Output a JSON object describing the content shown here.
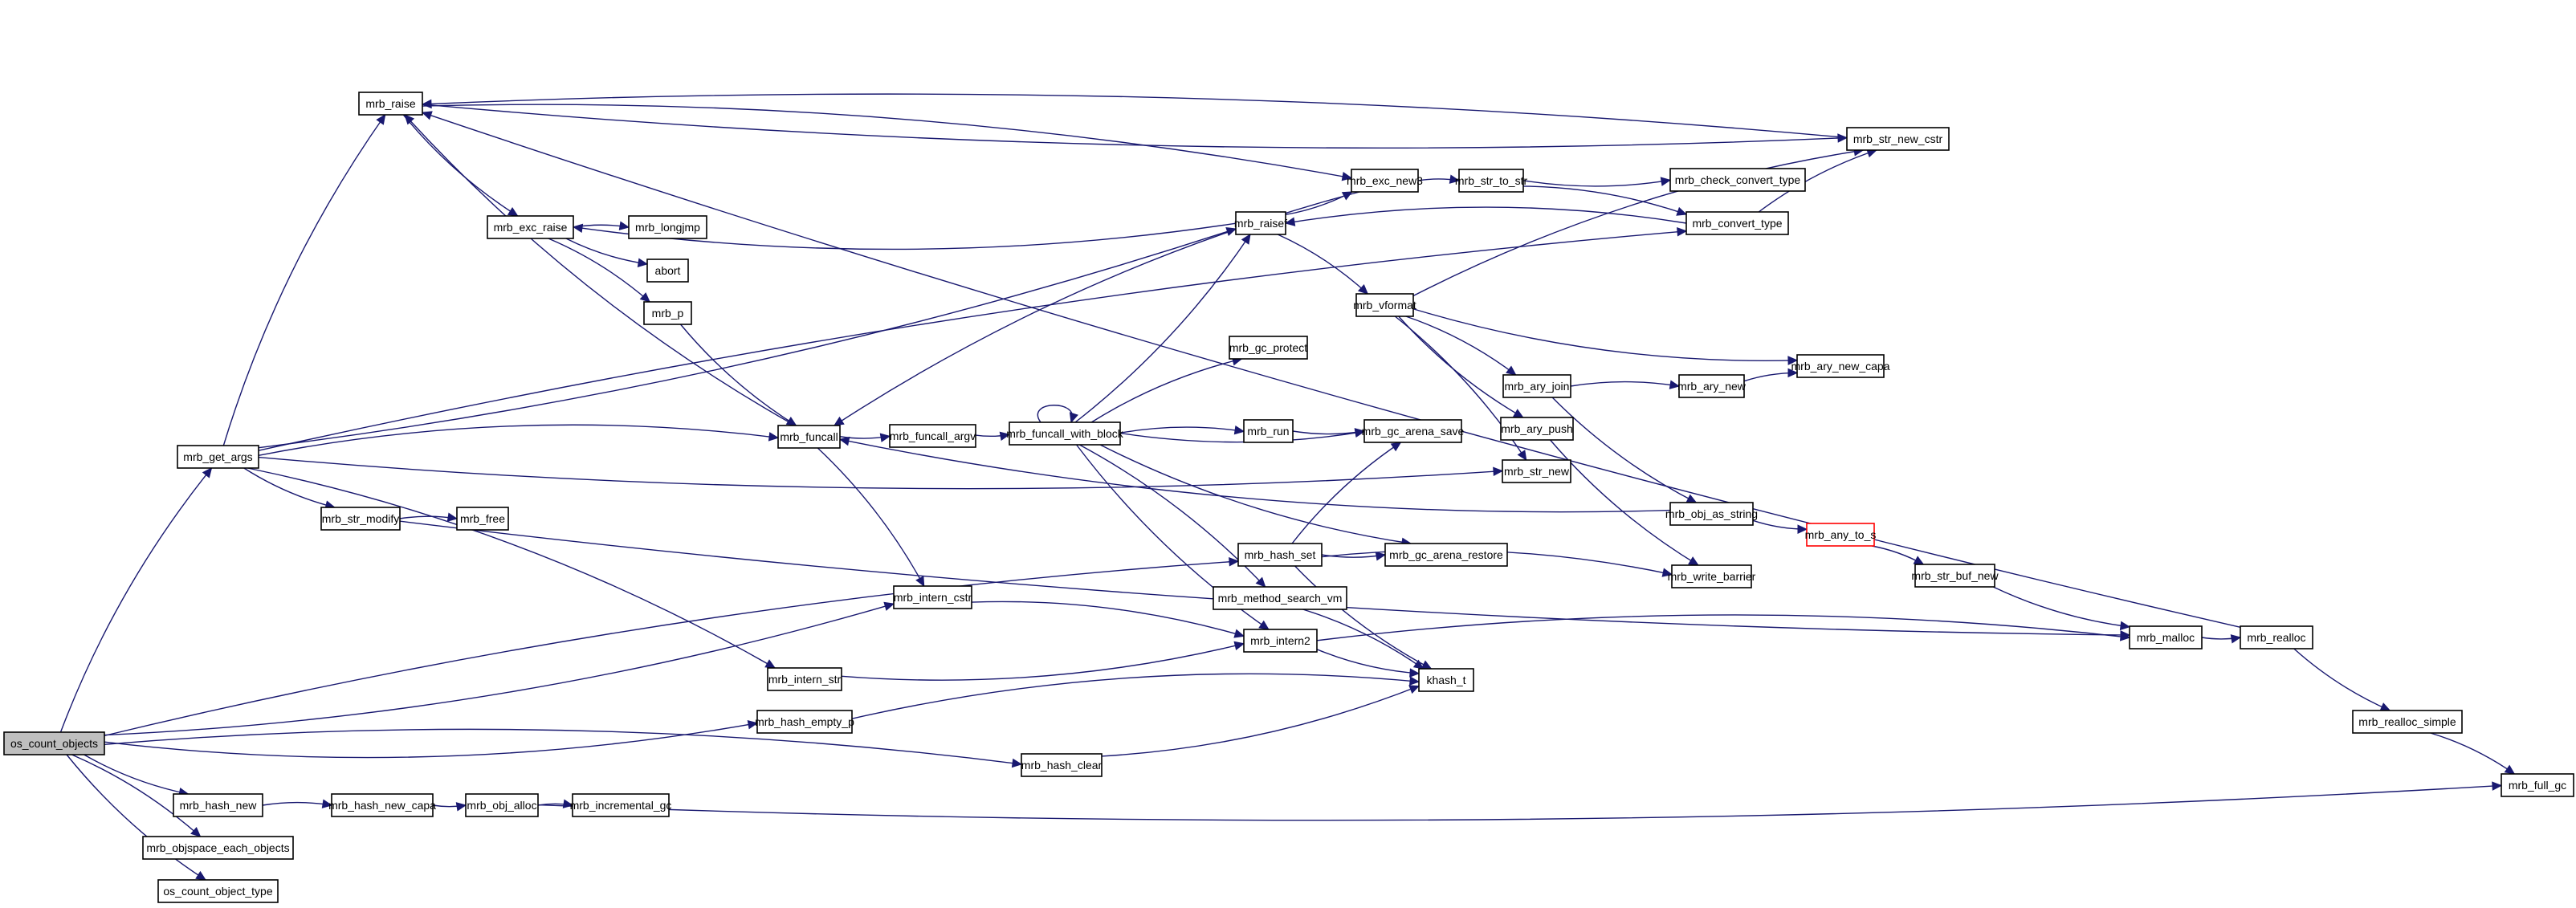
{
  "graph": {
    "title": "os_count_objects call graph",
    "root": "os_count_objects",
    "colors": {
      "edge": "#191970",
      "node_border": "#000000",
      "root_fill": "#bfbfbf",
      "highlight_border": "#ff0000"
    },
    "nodes": [
      {
        "id": "os_count_objects",
        "label": "os_count_objects",
        "type": "root"
      },
      {
        "id": "mrb_get_args",
        "label": "mrb_get_args"
      },
      {
        "id": "mrb_raise",
        "label": "mrb_raise"
      },
      {
        "id": "mrb_exc_raise",
        "label": "mrb_exc_raise"
      },
      {
        "id": "mrb_longjmp",
        "label": "mrb_longjmp"
      },
      {
        "id": "abort",
        "label": "abort"
      },
      {
        "id": "mrb_p",
        "label": "mrb_p"
      },
      {
        "id": "mrb_str_modify",
        "label": "mrb_str_modify"
      },
      {
        "id": "mrb_free",
        "label": "mrb_free"
      },
      {
        "id": "mrb_funcall",
        "label": "mrb_funcall"
      },
      {
        "id": "mrb_funcall_argv",
        "label": "mrb_funcall_argv"
      },
      {
        "id": "mrb_funcall_with_block",
        "label": "mrb_funcall_with_block"
      },
      {
        "id": "mrb_intern_cstr",
        "label": "mrb_intern_cstr"
      },
      {
        "id": "mrb_intern_str",
        "label": "mrb_intern_str"
      },
      {
        "id": "mrb_hash_empty_p",
        "label": "mrb_hash_empty_p"
      },
      {
        "id": "mrb_hash_clear",
        "label": "mrb_hash_clear"
      },
      {
        "id": "mrb_hash_new",
        "label": "mrb_hash_new"
      },
      {
        "id": "mrb_hash_new_capa",
        "label": "mrb_hash_new_capa"
      },
      {
        "id": "mrb_obj_alloc",
        "label": "mrb_obj_alloc"
      },
      {
        "id": "mrb_incremental_gc",
        "label": "mrb_incremental_gc"
      },
      {
        "id": "mrb_objspace_each_objects",
        "label": "mrb_objspace_each_objects"
      },
      {
        "id": "os_count_object_type",
        "label": "os_count_object_type"
      },
      {
        "id": "mrb_raisef",
        "label": "mrb_raisef"
      },
      {
        "id": "mrb_exc_new3",
        "label": "mrb_exc_new3"
      },
      {
        "id": "mrb_str_to_str",
        "label": "mrb_str_to_str"
      },
      {
        "id": "mrb_check_convert_type",
        "label": "mrb_check_convert_type"
      },
      {
        "id": "mrb_convert_type",
        "label": "mrb_convert_type"
      },
      {
        "id": "mrb_str_new_cstr",
        "label": "mrb_str_new_cstr"
      },
      {
        "id": "mrb_vformat",
        "label": "mrb_vformat"
      },
      {
        "id": "mrb_gc_protect",
        "label": "mrb_gc_protect"
      },
      {
        "id": "mrb_run",
        "label": "mrb_run"
      },
      {
        "id": "mrb_gc_arena_save",
        "label": "mrb_gc_arena_save"
      },
      {
        "id": "mrb_ary_join",
        "label": "mrb_ary_join"
      },
      {
        "id": "mrb_ary_push",
        "label": "mrb_ary_push"
      },
      {
        "id": "mrb_str_new",
        "label": "mrb_str_new"
      },
      {
        "id": "mrb_ary_new",
        "label": "mrb_ary_new"
      },
      {
        "id": "mrb_ary_new_capa",
        "label": "mrb_ary_new_capa"
      },
      {
        "id": "mrb_obj_as_string",
        "label": "mrb_obj_as_string"
      },
      {
        "id": "mrb_any_to_s",
        "label": "mrb_any_to_s",
        "type": "highlight"
      },
      {
        "id": "mrb_str_buf_new",
        "label": "mrb_str_buf_new"
      },
      {
        "id": "mrb_write_barrier",
        "label": "mrb_write_barrier"
      },
      {
        "id": "mrb_hash_set",
        "label": "mrb_hash_set"
      },
      {
        "id": "mrb_gc_arena_restore",
        "label": "mrb_gc_arena_restore"
      },
      {
        "id": "mrb_method_search_vm",
        "label": "mrb_method_search_vm"
      },
      {
        "id": "mrb_intern2",
        "label": "mrb_intern2"
      },
      {
        "id": "khash_t",
        "label": "khash_t"
      },
      {
        "id": "mrb_malloc",
        "label": "mrb_malloc"
      },
      {
        "id": "mrb_realloc",
        "label": "mrb_realloc"
      },
      {
        "id": "mrb_realloc_simple",
        "label": "mrb_realloc_simple"
      },
      {
        "id": "mrb_full_gc",
        "label": "mrb_full_gc"
      }
    ],
    "edges": [
      [
        "os_count_objects",
        "mrb_get_args"
      ],
      [
        "os_count_objects",
        "mrb_intern_cstr"
      ],
      [
        "os_count_objects",
        "mrb_hash_set"
      ],
      [
        "os_count_objects",
        "mrb_hash_empty_p"
      ],
      [
        "os_count_objects",
        "mrb_hash_clear"
      ],
      [
        "os_count_objects",
        "mrb_hash_new"
      ],
      [
        "os_count_objects",
        "mrb_objspace_each_objects"
      ],
      [
        "os_count_objects",
        "os_count_object_type"
      ],
      [
        "mrb_get_args",
        "mrb_raise"
      ],
      [
        "mrb_get_args",
        "mrb_raisef"
      ],
      [
        "mrb_get_args",
        "mrb_convert_type"
      ],
      [
        "mrb_get_args",
        "mrb_str_new"
      ],
      [
        "mrb_get_args",
        "mrb_funcall"
      ],
      [
        "mrb_get_args",
        "mrb_str_modify"
      ],
      [
        "mrb_get_args",
        "mrb_intern_str"
      ],
      [
        "mrb_raise",
        "mrb_exc_raise"
      ],
      [
        "mrb_raise",
        "mrb_exc_new3"
      ],
      [
        "mrb_raise",
        "mrb_str_new_cstr"
      ],
      [
        "mrb_exc_raise",
        "mrb_longjmp"
      ],
      [
        "mrb_exc_raise",
        "abort"
      ],
      [
        "mrb_exc_raise",
        "mrb_p"
      ],
      [
        "mrb_p",
        "mrb_funcall"
      ],
      [
        "mrb_str_modify",
        "mrb_free"
      ],
      [
        "mrb_str_modify",
        "mrb_malloc"
      ],
      [
        "mrb_funcall",
        "mrb_raise"
      ],
      [
        "mrb_funcall",
        "mrb_funcall_argv"
      ],
      [
        "mrb_funcall",
        "mrb_intern_cstr"
      ],
      [
        "mrb_funcall_argv",
        "mrb_funcall_with_block"
      ],
      [
        "mrb_funcall_with_block",
        "mrb_funcall_with_block"
      ],
      [
        "mrb_funcall_with_block",
        "mrb_raisef"
      ],
      [
        "mrb_funcall_with_block",
        "mrb_gc_protect"
      ],
      [
        "mrb_funcall_with_block",
        "mrb_gc_arena_save"
      ],
      [
        "mrb_funcall_with_block",
        "mrb_run"
      ],
      [
        "mrb_funcall_with_block",
        "mrb_gc_arena_restore"
      ],
      [
        "mrb_funcall_with_block",
        "mrb_method_search_vm"
      ],
      [
        "mrb_funcall_with_block",
        "mrb_intern2"
      ],
      [
        "mrb_intern_cstr",
        "mrb_intern2"
      ],
      [
        "mrb_intern_str",
        "mrb_intern2"
      ],
      [
        "mrb_hash_empty_p",
        "khash_t"
      ],
      [
        "mrb_hash_clear",
        "khash_t"
      ],
      [
        "mrb_hash_new",
        "mrb_hash_new_capa"
      ],
      [
        "mrb_hash_new_capa",
        "mrb_obj_alloc"
      ],
      [
        "mrb_obj_alloc",
        "mrb_incremental_gc"
      ],
      [
        "mrb_obj_alloc",
        "mrb_full_gc"
      ],
      [
        "mrb_raisef",
        "mrb_exc_raise"
      ],
      [
        "mrb_raisef",
        "mrb_exc_new3"
      ],
      [
        "mrb_raisef",
        "mrb_vformat"
      ],
      [
        "mrb_exc_new3",
        "mrb_funcall"
      ],
      [
        "mrb_exc_new3",
        "mrb_str_to_str"
      ],
      [
        "mrb_str_to_str",
        "mrb_check_convert_type"
      ],
      [
        "mrb_str_to_str",
        "mrb_convert_type"
      ],
      [
        "mrb_convert_type",
        "mrb_raisef"
      ],
      [
        "mrb_convert_type",
        "mrb_str_new_cstr"
      ],
      [
        "mrb_str_new_cstr",
        "mrb_raise"
      ],
      [
        "mrb_vformat",
        "mrb_str_new_cstr"
      ],
      [
        "mrb_vformat",
        "mrb_ary_new_capa"
      ],
      [
        "mrb_vformat",
        "mrb_ary_join"
      ],
      [
        "mrb_vformat",
        "mrb_ary_push"
      ],
      [
        "mrb_vformat",
        "mrb_str_new"
      ],
      [
        "mrb_run",
        "mrb_gc_arena_save"
      ],
      [
        "mrb_ary_join",
        "mrb_ary_new"
      ],
      [
        "mrb_ary_join",
        "mrb_obj_as_string"
      ],
      [
        "mrb_ary_new",
        "mrb_ary_new_capa"
      ],
      [
        "mrb_ary_push",
        "mrb_write_barrier"
      ],
      [
        "mrb_obj_as_string",
        "mrb_funcall"
      ],
      [
        "mrb_obj_as_string",
        "mrb_any_to_s"
      ],
      [
        "mrb_any_to_s",
        "mrb_str_buf_new"
      ],
      [
        "mrb_str_buf_new",
        "mrb_malloc"
      ],
      [
        "mrb_hash_set",
        "mrb_gc_arena_save"
      ],
      [
        "mrb_hash_set",
        "mrb_gc_arena_restore"
      ],
      [
        "mrb_hash_set",
        "mrb_write_barrier"
      ],
      [
        "mrb_hash_set",
        "khash_t"
      ],
      [
        "mrb_method_search_vm",
        "khash_t"
      ],
      [
        "mrb_intern2",
        "khash_t"
      ],
      [
        "mrb_intern2",
        "mrb_malloc"
      ],
      [
        "mrb_malloc",
        "mrb_realloc"
      ],
      [
        "mrb_realloc",
        "mrb_raise"
      ],
      [
        "mrb_realloc",
        "mrb_realloc_simple"
      ],
      [
        "mrb_realloc_simple",
        "mrb_full_gc"
      ]
    ]
  }
}
